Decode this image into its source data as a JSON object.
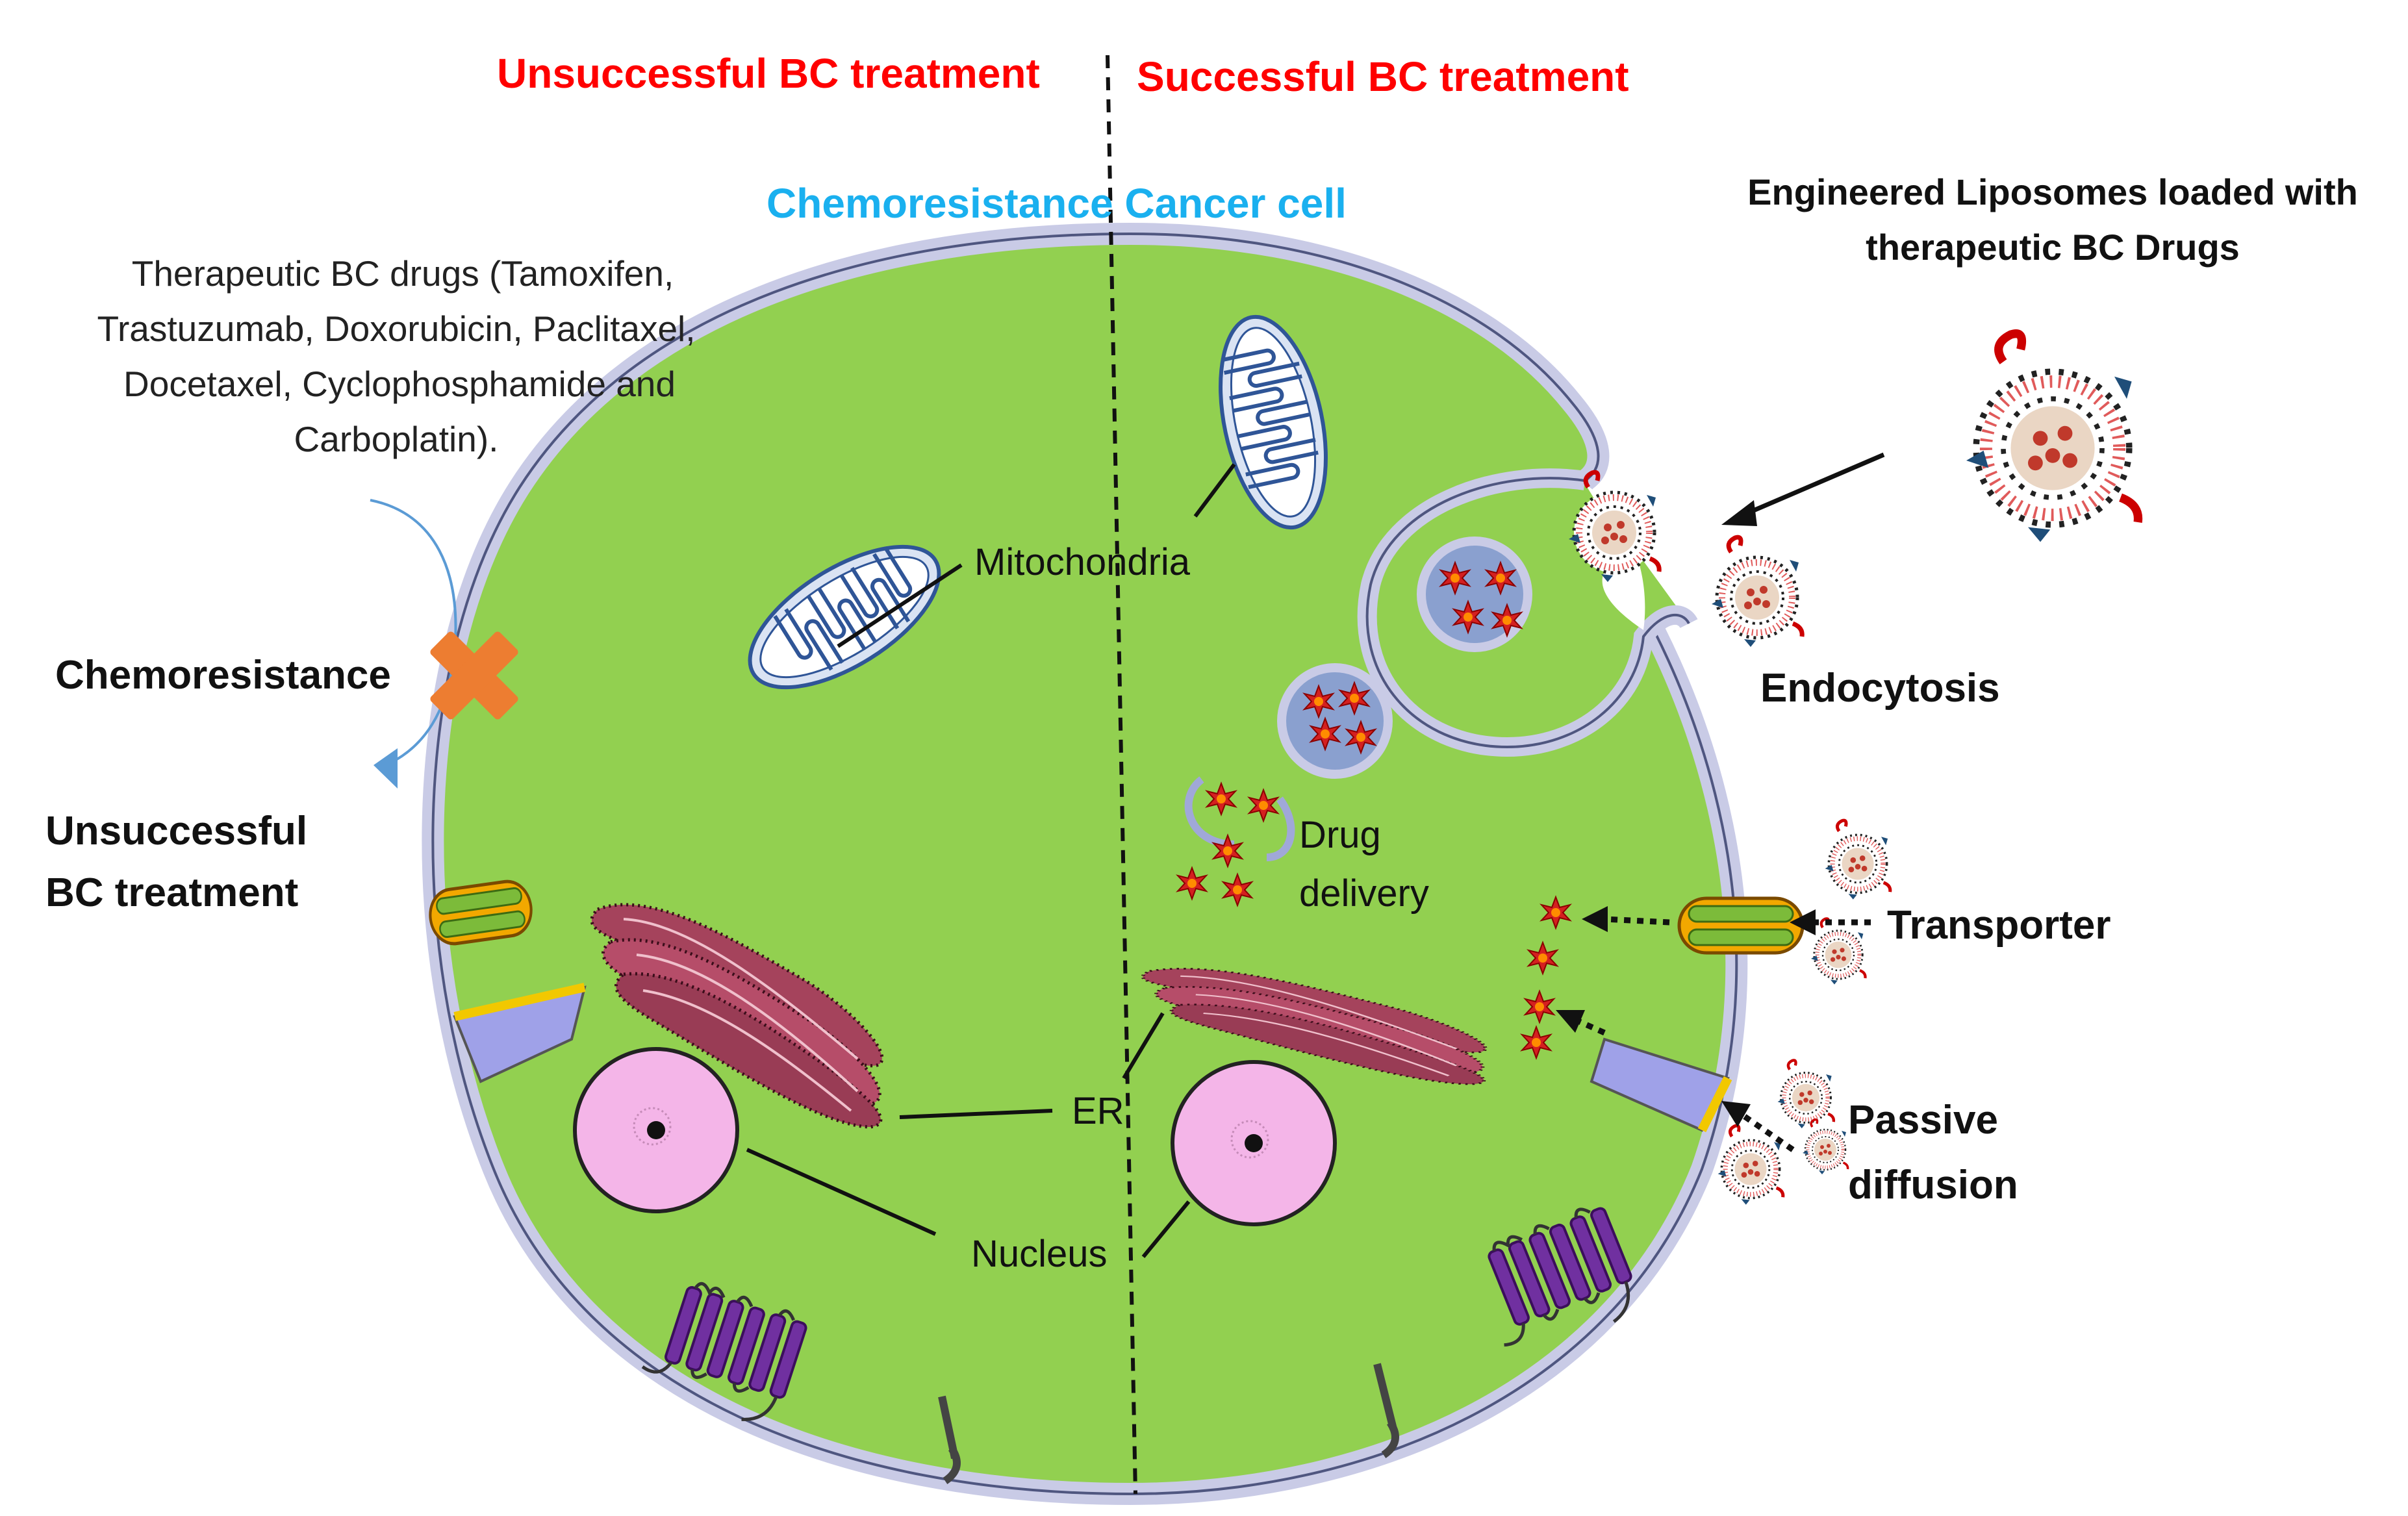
{
  "header": {
    "left_title": "Unsuccessful BC treatment",
    "right_title": "Successful  BC treatment",
    "cell_title": "Chemoresistance Cancer cell"
  },
  "left_panel": {
    "drugs_text": [
      "Therapeutic BC drugs (Tamoxifen,",
      "Trastuzumab, Doxorubicin, Paclitaxel,",
      "Docetaxel, Cyclophosphamide and",
      "Carboplatin)."
    ],
    "chemoresistance": "Chemoresistance",
    "unsuccessful": [
      "Unsuccessful",
      "BC treatment"
    ]
  },
  "organelles": {
    "mitochondria": "Mitochondria",
    "er": "ER",
    "nucleus": "Nucleus",
    "drug_delivery": [
      "Drug",
      "delivery"
    ]
  },
  "right_panel": {
    "liposome_title": [
      "Engineered Liposomes loaded with",
      "therapeutic BC Drugs"
    ],
    "endocytosis": "Endocytosis",
    "transporter": "Transporter",
    "passive": [
      "Passive",
      "diffusion"
    ]
  },
  "colors": {
    "cytoplasm": "#92d050",
    "membrane": "#c9cbe6",
    "membrane_edge": "#4f5680",
    "title_red": "#ff0000",
    "title_cyan": "#1ab0ef",
    "chemoresistance_x": "#ed7d31",
    "nucleus": "#f4b5e8",
    "er": "#a5435c",
    "drug": "#c00000",
    "receptor": "#7030a0"
  },
  "icons": [
    "x-mark-icon",
    "curved-arrow-icon",
    "liposome-icon",
    "mitochondrion-icon",
    "er-icon",
    "nucleus-icon",
    "transporter-icon",
    "channel-icon",
    "receptor-icon",
    "drug-star-icon",
    "vesicle-icon"
  ]
}
